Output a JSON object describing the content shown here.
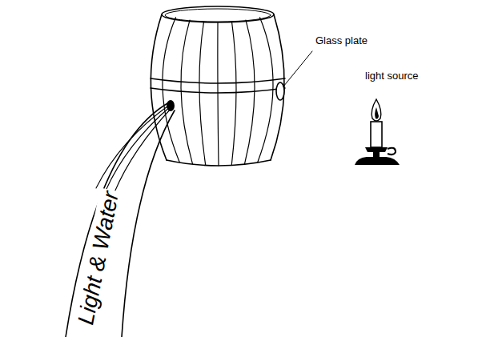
{
  "diagram": {
    "labels": [
      "Glass plate",
      "light source",
      "Light & Water"
    ]
  }
}
